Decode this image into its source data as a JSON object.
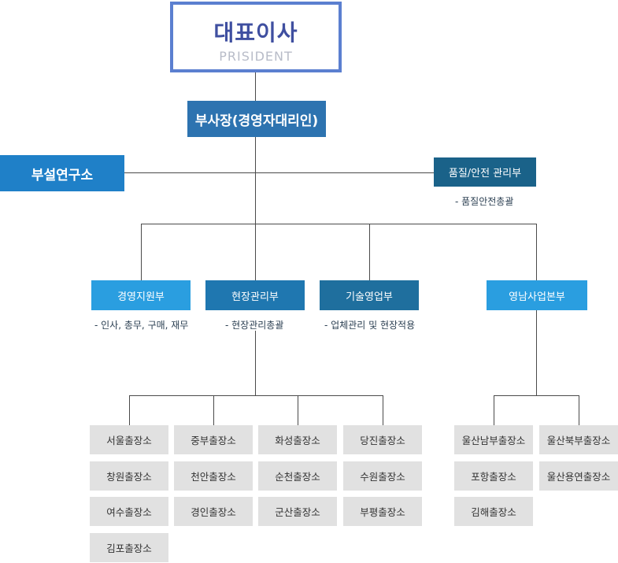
{
  "president": {
    "title": "대표이사",
    "subtitle": "PRISIDENT"
  },
  "vice_president": "부사장(경영자대리인)",
  "lab": "부설연구소",
  "quality": {
    "title": "품질/안전 관리부",
    "note": "- 품질안전총괄"
  },
  "departments": [
    {
      "title": "경영지원부",
      "note": "- 인사, 총무, 구매, 재무"
    },
    {
      "title": "현장관리부",
      "note": "- 현장관리총괄"
    },
    {
      "title": "기술영업부",
      "note": "- 업체관리 및 현장적용"
    },
    {
      "title": "영남사업본부",
      "note": ""
    }
  ],
  "sites_hq": [
    [
      "서울출장소",
      "창원출장소",
      "여수출장소",
      "김포출장소"
    ],
    [
      "중부출장소",
      "천안출장소",
      "경인출장소"
    ],
    [
      "화성출장소",
      "순천출장소",
      "군산출장소"
    ],
    [
      "당진출장소",
      "수원출장소",
      "부평출장소"
    ]
  ],
  "sites_yeongnam": [
    [
      "울산남부출장소",
      "포항출장소",
      "김해출장소"
    ],
    [
      "울산북부출장소",
      "울산용연출장소"
    ]
  ]
}
